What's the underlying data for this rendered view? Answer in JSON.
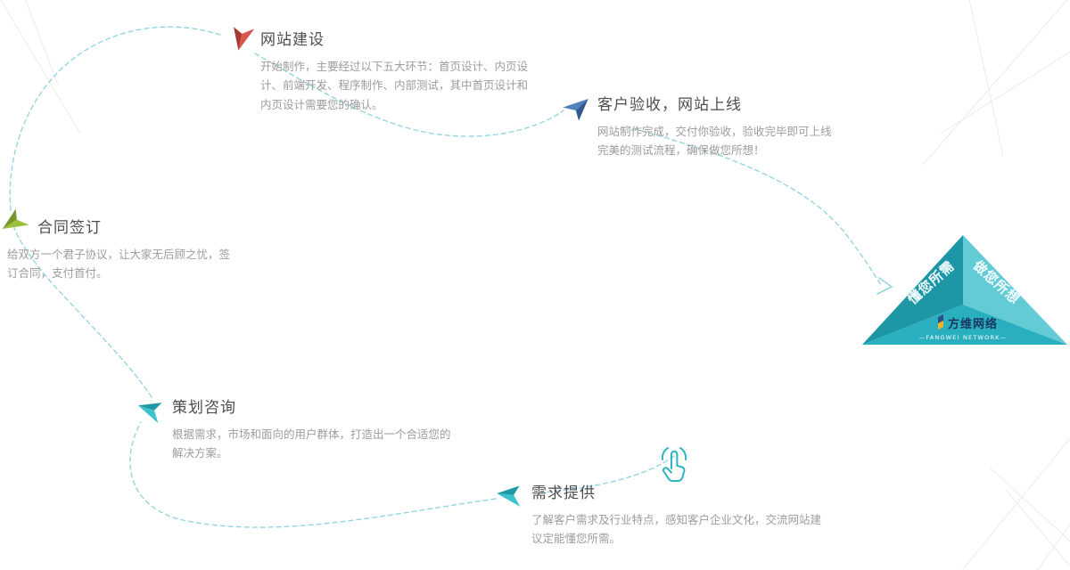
{
  "flow_color": "#96d6df",
  "decor_line_color": "#ebebeb",
  "hand_icon_color": "#2db4c0",
  "steps": [
    {
      "id": "website-build",
      "title": "网站建设",
      "desc": "开始制作，主要经过以下五大环节：首页设计、内页设计、前端开发、程序制作、内部测试，其中首页设计和内页设计需要您的确认。",
      "color_light": "#d8564c",
      "color_dark": "#a93832"
    },
    {
      "id": "acceptance-launch",
      "title": "客户验收，网站上线",
      "desc": "网站制作完成，交付你验收，验收完毕即可上线\n完美的测试流程，确保做您所想！",
      "color_light": "#4f82bb",
      "color_dark": "#35598f"
    },
    {
      "id": "contract-signing",
      "title": "合同签订",
      "desc": "给双方一个君子协议，让大家无后顾之忧，签订合同，支付首付。",
      "color_light": "#9cc23b",
      "color_dark": "#76982a"
    },
    {
      "id": "planning-consult",
      "title": "策划咨询",
      "desc": "根据需求，市场和面向的用户群体，打造出一个合适您的解决方案。",
      "color_light": "#3ec3cc",
      "color_dark": "#1e99a4"
    },
    {
      "id": "requirements-provide",
      "title": "需求提供",
      "desc": "了解客户需求及行业特点，感知客户企业文化，交流网站建议定能懂您所需。",
      "color_light": "#3ec3cc",
      "color_dark": "#1e99a4"
    }
  ],
  "pyramid": {
    "left_face_text": "懂您所需",
    "right_face_text": "做您所想",
    "brand_name": "方维网络",
    "brand_sub": "—FANGWEI NETWORK—",
    "colors": {
      "left": "#1d96a5",
      "right": "#62cbd6",
      "bottom": "#2aafbf"
    }
  }
}
